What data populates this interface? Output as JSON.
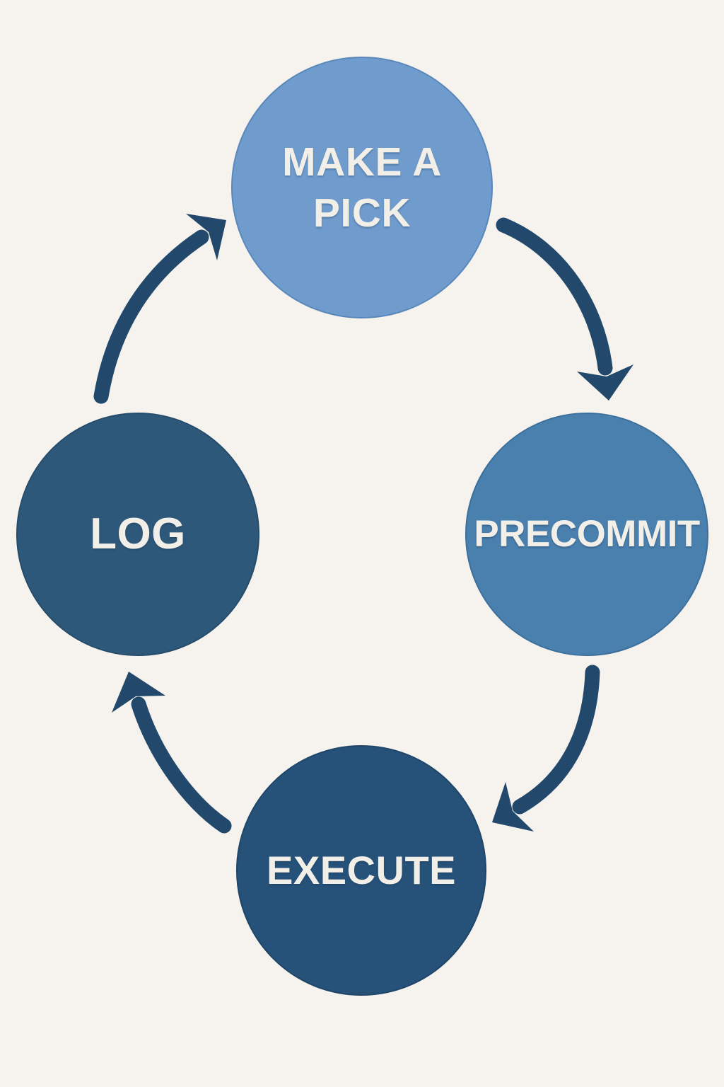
{
  "diagram": {
    "background_color": "#f6f3ee",
    "arrow_color": "#22496c",
    "label_color": "#f2efe9",
    "steps": [
      {
        "id": "make-a-pick",
        "label": "MAKE A PICK",
        "fill": "#6f9ccd",
        "border": "#5b88bb"
      },
      {
        "id": "precommit",
        "label": "PRECOMMIT",
        "fill": "#4a80ae",
        "border": "#3c6f9b"
      },
      {
        "id": "execute",
        "label": "EXECUTE",
        "fill": "#26527a",
        "border": "#1f4568"
      },
      {
        "id": "log",
        "label": "LOG",
        "fill": "#2e587a",
        "border": "#264c6b"
      }
    ],
    "arrows": [
      {
        "from": "MAKE A PICK",
        "to": "PRECOMMIT"
      },
      {
        "from": "PRECOMMIT",
        "to": "EXECUTE"
      },
      {
        "from": "EXECUTE",
        "to": "LOG"
      },
      {
        "from": "LOG",
        "to": "MAKE A PICK"
      }
    ]
  }
}
